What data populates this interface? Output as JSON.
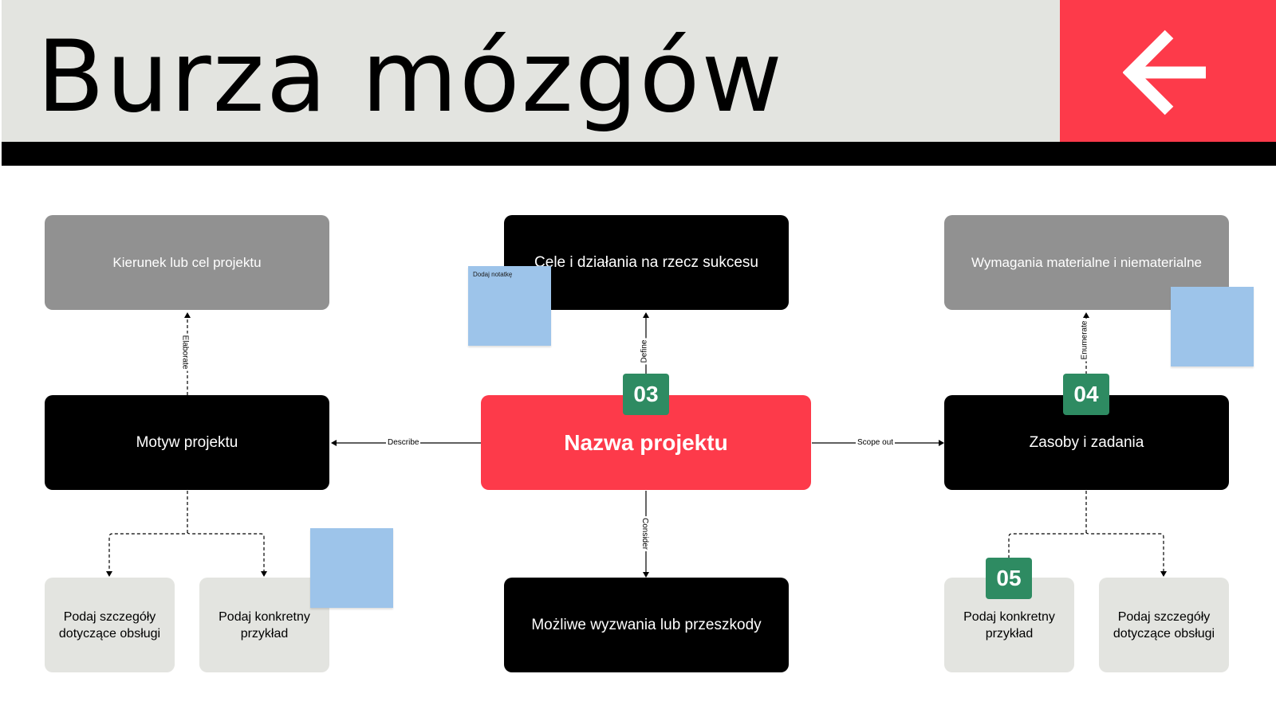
{
  "header": {
    "title": "Burza mózgów",
    "back_icon": "arrow-left-icon"
  },
  "colors": {
    "header_bg": "#e3e4e0",
    "accent_red": "#fd3a4a",
    "badge_green": "#2e8b62",
    "node_black": "#000000",
    "node_gray": "#919191",
    "node_light": "#e3e4e0",
    "sticky_blue": "#9dc4ea"
  },
  "nodes": {
    "center": "Nazwa projektu",
    "goals": "Cele i działania na rzecz sukcesu",
    "challenges": "Możliwe wyzwania lub przeszkody",
    "theme": "Motyw projektu",
    "direction": "Kierunek lub cel projektu",
    "left_detail": "Podaj szczegóły dotyczące obsługi",
    "left_example": "Podaj konkretny przykład",
    "resources": "Zasoby i zadania",
    "requirements": "Wymagania materialne i niematerialne",
    "right_example": "Podaj konkretny przykład",
    "right_detail": "Podaj szczegóły dotyczące obsługi"
  },
  "edges": {
    "describe": "Describe",
    "scope_out": "Scope out",
    "define": "Define",
    "consider": "Consider",
    "elaborate": "Elaborate",
    "enumerate": "Enumerate"
  },
  "badges": {
    "b03": "03",
    "b04": "04",
    "b05": "05"
  },
  "sticky_notes": {
    "note1": "Dodaj notatkę"
  }
}
